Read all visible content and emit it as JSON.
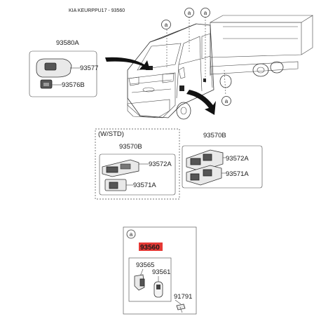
{
  "header": {
    "title": "KIA KEURPPU17 - 93560"
  },
  "callout_letter": "a",
  "labels": {
    "p93580A": "93580A",
    "p93577": "93577",
    "p93576B": "93576B",
    "wstd": "(W/STD)",
    "p93570B_left": "93570B",
    "p93572A_left": "93572A",
    "p93571A_left": "93571A",
    "p93570B_right": "93570B",
    "p93572A_right": "93572A",
    "p93571A_right": "93571A",
    "p93560": "93560",
    "p93565": "93565",
    "p93561": "93561",
    "p91791": "91791"
  },
  "colors": {
    "highlight": "#e53935",
    "line": "#333333"
  },
  "icons": [
    "callout-a-icon",
    "arrow-icon"
  ]
}
